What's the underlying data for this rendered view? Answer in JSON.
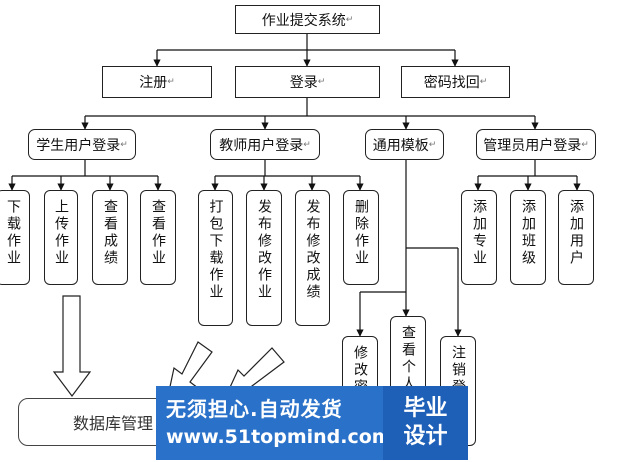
{
  "diagram": {
    "root": "作业提交系统",
    "level1": [
      "注册",
      "登录",
      "密码找回"
    ],
    "level2": [
      "学生用户登录",
      "教师用户登录",
      "通用模板",
      "管理员用户登录"
    ],
    "student_functions": [
      "下载作业",
      "上传作业",
      "查看成绩",
      "查看作业"
    ],
    "teacher_functions": [
      "打包下载作业",
      "发布修改作业",
      "发布修改成绩",
      "删除作业"
    ],
    "general_functions": [
      "修改密码",
      "查看个人信息",
      "注销登录"
    ],
    "admin_functions": [
      "添加专业",
      "添加班级",
      "添加用户"
    ],
    "database": "数据库管理",
    "paragraph_mark": "↵"
  },
  "watermark": {
    "slogan": "无须担心.自动发货",
    "url": "www.51topmind.com",
    "brand_line1": "毕业",
    "brand_line2": "设计"
  }
}
